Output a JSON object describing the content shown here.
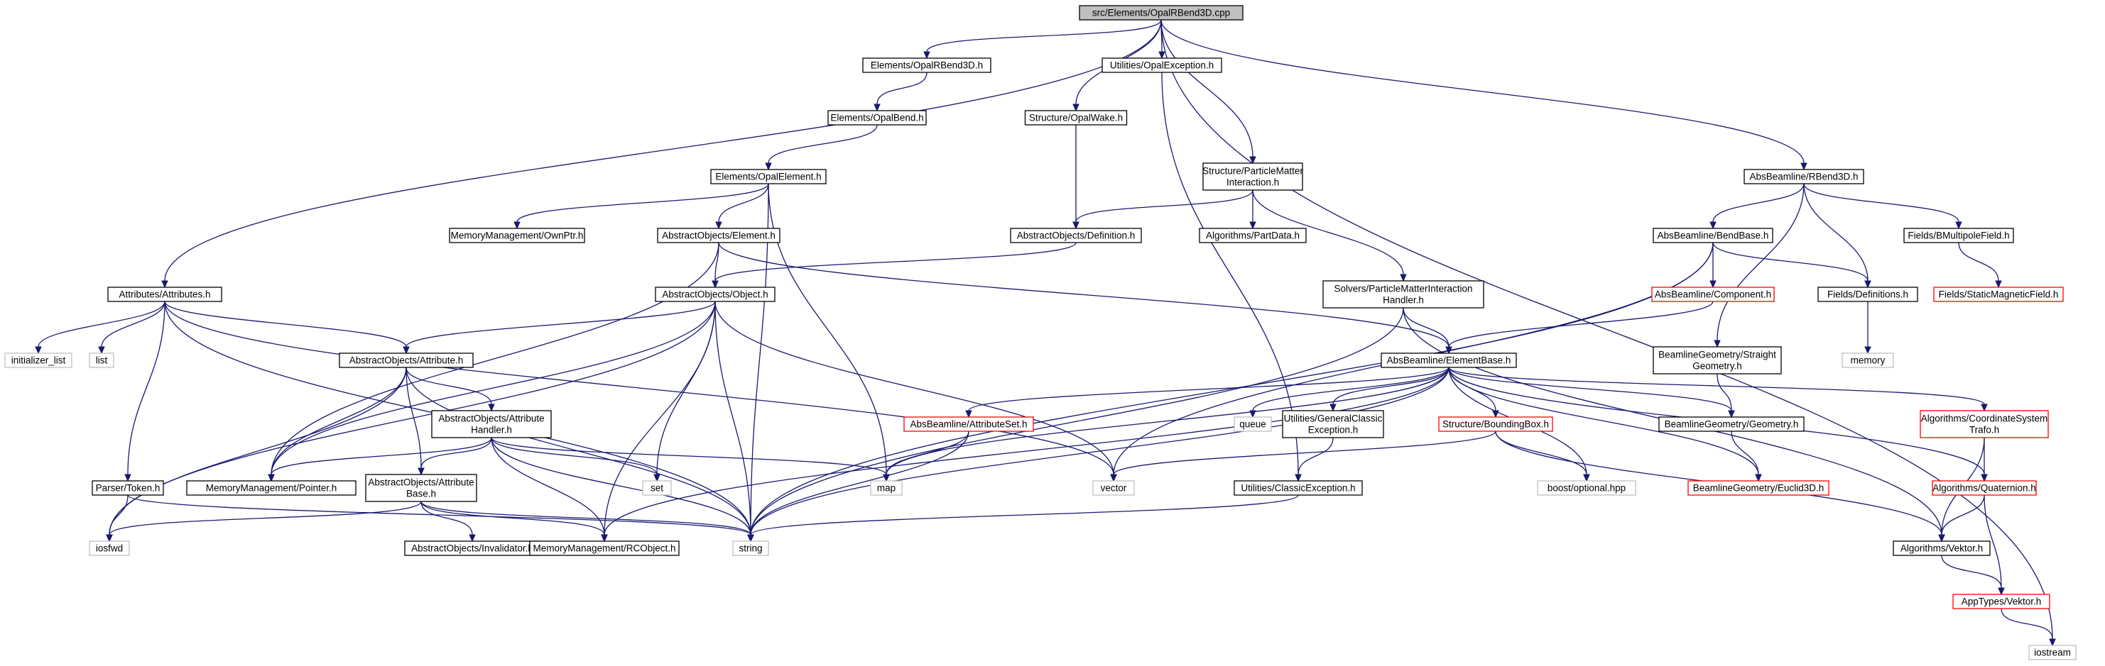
{
  "diagram": {
    "type": "include-dependency-graph",
    "colors": {
      "edge": "#191970",
      "border_normal": "#000000",
      "border_truncated": "#ff0000",
      "border_external": "#bfbfbf",
      "root_fill": "#bfbfbf",
      "fill": "#ffffff"
    },
    "nodes": [
      {
        "id": "root",
        "lines": [
          "src/Elements/OpalRBend3D.cpp"
        ],
        "kind": "root"
      },
      {
        "id": "opalrbend3d",
        "lines": [
          "Elements/OpalRBend3D.h"
        ],
        "kind": "normal"
      },
      {
        "id": "opalexception",
        "lines": [
          "Utilities/OpalException.h"
        ],
        "kind": "normal"
      },
      {
        "id": "opalbend",
        "lines": [
          "Elements/OpalBend.h"
        ],
        "kind": "normal"
      },
      {
        "id": "opalwake",
        "lines": [
          "Structure/OpalWake.h"
        ],
        "kind": "normal"
      },
      {
        "id": "opalelement",
        "lines": [
          "Elements/OpalElement.h"
        ],
        "kind": "normal"
      },
      {
        "id": "particlematter",
        "lines": [
          "Structure/ParticleMatter",
          "Interaction.h"
        ],
        "kind": "normal"
      },
      {
        "id": "rbend3d",
        "lines": [
          "AbsBeamline/RBend3D.h"
        ],
        "kind": "normal"
      },
      {
        "id": "ownptr",
        "lines": [
          "MemoryManagement/OwnPtr.h"
        ],
        "kind": "normal"
      },
      {
        "id": "element",
        "lines": [
          "AbstractObjects/Element.h"
        ],
        "kind": "normal"
      },
      {
        "id": "definition",
        "lines": [
          "AbstractObjects/Definition.h"
        ],
        "kind": "normal"
      },
      {
        "id": "partdata",
        "lines": [
          "Algorithms/PartData.h"
        ],
        "kind": "normal"
      },
      {
        "id": "bendbase",
        "lines": [
          "AbsBeamline/BendBase.h"
        ],
        "kind": "normal"
      },
      {
        "id": "bmultipole",
        "lines": [
          "Fields/BMultipoleField.h"
        ],
        "kind": "normal"
      },
      {
        "id": "attributes",
        "lines": [
          "Attributes/Attributes.h"
        ],
        "kind": "normal"
      },
      {
        "id": "object",
        "lines": [
          "AbstractObjects/Object.h"
        ],
        "kind": "normal"
      },
      {
        "id": "pmihandler",
        "lines": [
          "Solvers/ParticleMatterInteraction",
          "Handler.h"
        ],
        "kind": "normal"
      },
      {
        "id": "component",
        "lines": [
          "AbsBeamline/Component.h"
        ],
        "kind": "truncated"
      },
      {
        "id": "definitions",
        "lines": [
          "Fields/Definitions.h"
        ],
        "kind": "normal"
      },
      {
        "id": "staticmag",
        "lines": [
          "Fields/StaticMagneticField.h"
        ],
        "kind": "truncated"
      },
      {
        "id": "initlist",
        "lines": [
          "initializer_list"
        ],
        "kind": "external"
      },
      {
        "id": "list",
        "lines": [
          "list"
        ],
        "kind": "external"
      },
      {
        "id": "attribute",
        "lines": [
          "AbstractObjects/Attribute.h"
        ],
        "kind": "normal"
      },
      {
        "id": "elementbase",
        "lines": [
          "AbsBeamline/ElementBase.h"
        ],
        "kind": "normal"
      },
      {
        "id": "memory",
        "lines": [
          "memory"
        ],
        "kind": "external"
      },
      {
        "id": "straightgeom",
        "lines": [
          "BeamlineGeometry/Straight",
          "Geometry.h"
        ],
        "kind": "normal"
      },
      {
        "id": "attrhandler",
        "lines": [
          "AbstractObjects/Attribute",
          "Handler.h"
        ],
        "kind": "normal"
      },
      {
        "id": "attributeset",
        "lines": [
          "AbsBeamline/AttributeSet.h"
        ],
        "kind": "truncated"
      },
      {
        "id": "queue",
        "lines": [
          "queue"
        ],
        "kind": "external"
      },
      {
        "id": "genclassic",
        "lines": [
          "Utilities/GeneralClassic",
          "Exception.h"
        ],
        "kind": "normal"
      },
      {
        "id": "boundingbox",
        "lines": [
          "Structure/BoundingBox.h"
        ],
        "kind": "truncated"
      },
      {
        "id": "geometry",
        "lines": [
          "BeamlineGeometry/Geometry.h"
        ],
        "kind": "normal"
      },
      {
        "id": "coordtrafo",
        "lines": [
          "Algorithms/CoordinateSystem",
          "Trafo.h"
        ],
        "kind": "truncated"
      },
      {
        "id": "parsertoken",
        "lines": [
          "Parser/Token.h"
        ],
        "kind": "normal"
      },
      {
        "id": "pointer",
        "lines": [
          "MemoryManagement/Pointer.h"
        ],
        "kind": "normal"
      },
      {
        "id": "attrbase",
        "lines": [
          "AbstractObjects/Attribute",
          "Base.h"
        ],
        "kind": "normal"
      },
      {
        "id": "set",
        "lines": [
          "set"
        ],
        "kind": "external"
      },
      {
        "id": "map",
        "lines": [
          "map"
        ],
        "kind": "external"
      },
      {
        "id": "vector",
        "lines": [
          "vector"
        ],
        "kind": "external"
      },
      {
        "id": "classicexc",
        "lines": [
          "Utilities/ClassicException.h"
        ],
        "kind": "normal"
      },
      {
        "id": "boostopt",
        "lines": [
          "boost/optional.hpp"
        ],
        "kind": "external"
      },
      {
        "id": "euclid3d",
        "lines": [
          "BeamlineGeometry/Euclid3D.h"
        ],
        "kind": "truncated"
      },
      {
        "id": "quaternion",
        "lines": [
          "Algorithms/Quaternion.h"
        ],
        "kind": "truncated"
      },
      {
        "id": "iosfwd",
        "lines": [
          "iosfwd"
        ],
        "kind": "external"
      },
      {
        "id": "invalidator",
        "lines": [
          "AbstractObjects/Invalidator.h"
        ],
        "kind": "normal"
      },
      {
        "id": "rcobject",
        "lines": [
          "MemoryManagement/RCObject.h"
        ],
        "kind": "normal"
      },
      {
        "id": "string",
        "lines": [
          "string"
        ],
        "kind": "external"
      },
      {
        "id": "vektor",
        "lines": [
          "Algorithms/Vektor.h"
        ],
        "kind": "normal"
      },
      {
        "id": "apptypesvektor",
        "lines": [
          "AppTypes/Vektor.h"
        ],
        "kind": "truncated"
      },
      {
        "id": "iostream",
        "lines": [
          "iostream"
        ],
        "kind": "external"
      }
    ],
    "edges": [
      [
        "root",
        "opalrbend3d"
      ],
      [
        "root",
        "opalexception"
      ],
      [
        "root",
        "opalwake"
      ],
      [
        "root",
        "particlematter"
      ],
      [
        "root",
        "rbend3d"
      ],
      [
        "root",
        "attributes"
      ],
      [
        "root",
        "iostream"
      ],
      [
        "opalrbend3d",
        "opalbend"
      ],
      [
        "opalbend",
        "opalelement"
      ],
      [
        "opalexception",
        "classicexc"
      ],
      [
        "opalwake",
        "definition"
      ],
      [
        "opalelement",
        "ownptr"
      ],
      [
        "opalelement",
        "element"
      ],
      [
        "opalelement",
        "map"
      ],
      [
        "opalelement",
        "string"
      ],
      [
        "particlematter",
        "definition"
      ],
      [
        "particlematter",
        "partdata"
      ],
      [
        "particlematter",
        "pmihandler"
      ],
      [
        "rbend3d",
        "bendbase"
      ],
      [
        "rbend3d",
        "bmultipole"
      ],
      [
        "rbend3d",
        "definitions"
      ],
      [
        "rbend3d",
        "straightgeom"
      ],
      [
        "element",
        "object"
      ],
      [
        "element",
        "elementbase"
      ],
      [
        "element",
        "pointer"
      ],
      [
        "definition",
        "object"
      ],
      [
        "bendbase",
        "component"
      ],
      [
        "bendbase",
        "definitions"
      ],
      [
        "bendbase",
        "vector"
      ],
      [
        "bendbase",
        "string"
      ],
      [
        "bmultipole",
        "staticmag"
      ],
      [
        "attributes",
        "initlist"
      ],
      [
        "attributes",
        "list"
      ],
      [
        "attributes",
        "attribute"
      ],
      [
        "attributes",
        "parsertoken"
      ],
      [
        "attributes",
        "vector"
      ],
      [
        "attributes",
        "string"
      ],
      [
        "object",
        "attribute"
      ],
      [
        "object",
        "iosfwd"
      ],
      [
        "object",
        "set"
      ],
      [
        "object",
        "string"
      ],
      [
        "object",
        "vector"
      ],
      [
        "object",
        "rcobject"
      ],
      [
        "object",
        "pointer"
      ],
      [
        "pmihandler",
        "elementbase"
      ],
      [
        "pmihandler",
        "string"
      ],
      [
        "pmihandler",
        "vektor"
      ],
      [
        "component",
        "elementbase"
      ],
      [
        "definitions",
        "memory"
      ],
      [
        "attribute",
        "attrhandler"
      ],
      [
        "attribute",
        "attrbase"
      ],
      [
        "attribute",
        "pointer"
      ],
      [
        "attribute",
        "iosfwd"
      ],
      [
        "attribute",
        "string"
      ],
      [
        "elementbase",
        "attributeset"
      ],
      [
        "elementbase",
        "map"
      ],
      [
        "elementbase",
        "queue"
      ],
      [
        "elementbase",
        "genclassic"
      ],
      [
        "elementbase",
        "boundingbox"
      ],
      [
        "elementbase",
        "boostopt"
      ],
      [
        "elementbase",
        "geometry"
      ],
      [
        "elementbase",
        "euclid3d"
      ],
      [
        "elementbase",
        "coordtrafo"
      ],
      [
        "elementbase",
        "quaternion"
      ],
      [
        "elementbase",
        "rcobject"
      ],
      [
        "elementbase",
        "string"
      ],
      [
        "straightgeom",
        "geometry"
      ],
      [
        "attrhandler",
        "attrbase"
      ],
      [
        "attrhandler",
        "pointer"
      ],
      [
        "attrhandler",
        "set"
      ],
      [
        "attrhandler",
        "map"
      ],
      [
        "attrhandler",
        "rcobject"
      ],
      [
        "attrhandler",
        "string"
      ],
      [
        "attributeset",
        "map"
      ],
      [
        "attributeset",
        "string"
      ],
      [
        "genclassic",
        "classicexc"
      ],
      [
        "boundingbox",
        "vector"
      ],
      [
        "boundingbox",
        "boostopt"
      ],
      [
        "boundingbox",
        "vektor"
      ],
      [
        "geometry",
        "euclid3d"
      ],
      [
        "coordtrafo",
        "quaternion"
      ],
      [
        "coordtrafo",
        "vektor"
      ],
      [
        "parsertoken",
        "iosfwd"
      ],
      [
        "parsertoken",
        "string"
      ],
      [
        "attrbase",
        "invalidator"
      ],
      [
        "attrbase",
        "rcobject"
      ],
      [
        "attrbase",
        "iosfwd"
      ],
      [
        "attrbase",
        "string"
      ],
      [
        "classicexc",
        "string"
      ],
      [
        "quaternion",
        "vektor"
      ],
      [
        "quaternion",
        "apptypesvektor"
      ],
      [
        "vektor",
        "apptypesvektor"
      ],
      [
        "apptypesvektor",
        "iostream"
      ]
    ]
  }
}
